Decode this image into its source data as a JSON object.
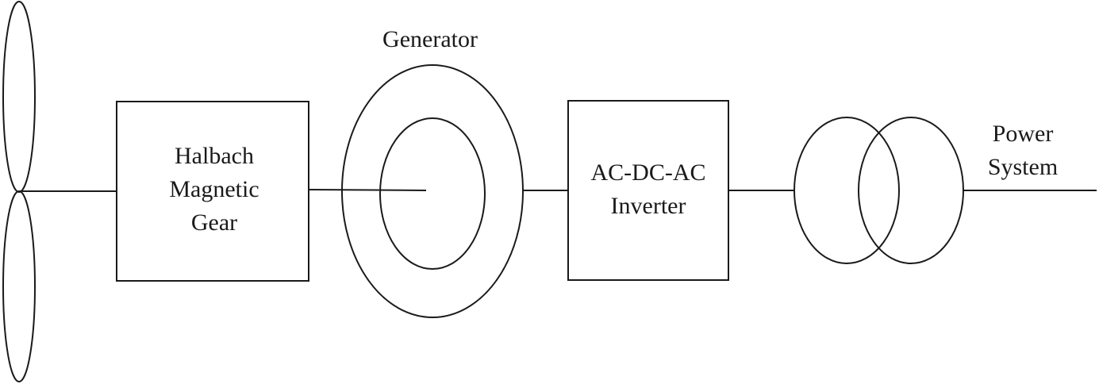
{
  "colors": {
    "stroke": "#1a1a1a",
    "background": "#ffffff"
  },
  "components": {
    "generator": {
      "label": "Generator"
    },
    "gear": {
      "line1": "Halbach",
      "line2": "Magnetic",
      "line3": "Gear"
    },
    "inverter": {
      "line1": "AC-DC-AC",
      "line2": "Inverter"
    },
    "power_system": {
      "line1": "Power",
      "line2": "System"
    }
  }
}
